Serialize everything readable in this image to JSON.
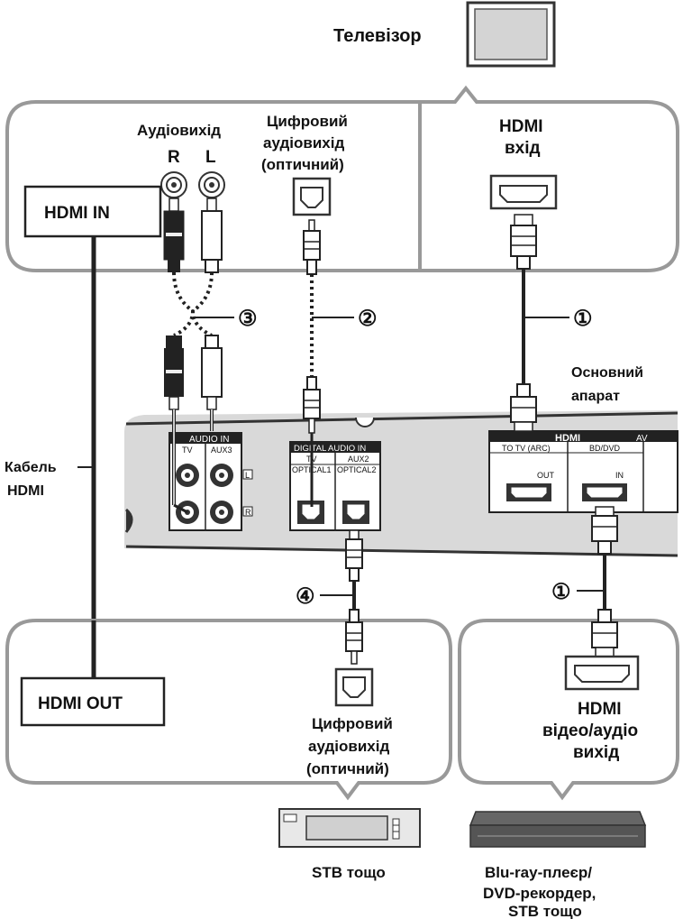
{
  "tv": {
    "title": "Телевізор",
    "audio_out_label": "Аудіовихід",
    "audio_r": "R",
    "audio_l": "L",
    "digital_out_label": [
      "Цифровий",
      "аудіовихід",
      "(оптичний)"
    ],
    "hdmi_in_label": [
      "HDMI",
      "вхід"
    ]
  },
  "left_top_box": {
    "label": "HDMI IN"
  },
  "left_bottom_box": {
    "label": "HDMI OUT"
  },
  "cable_label": [
    "Кабель",
    "HDMI"
  ],
  "main_unit": {
    "label": [
      "Основний",
      "апарат"
    ],
    "audio_in_header": "AUDIO IN",
    "audio_in_tv": "TV",
    "audio_in_aux3": "AUX3",
    "digital_audio_in_header": "DIGITAL AUDIO IN",
    "digital_tv": "TV",
    "digital_aux2": "AUX2",
    "optical1": "OPTICAL1",
    "optical2": "OPTICAL2",
    "hdmi_logo": "HDMI",
    "hdmi_av": "AV",
    "to_tv_arc": "TO TV (ARC)",
    "out": "OUT",
    "bd_dvd": "BD/DVD",
    "in": "IN",
    "l_mark": "L",
    "r_mark": "R"
  },
  "callouts": [
    "①",
    "②",
    "③",
    "④",
    "①"
  ],
  "stb_box": {
    "digital_out_label": [
      "Цифровий",
      "аудіовихід",
      "(оптичний)"
    ],
    "device_caption": "STB тощо"
  },
  "player_box": {
    "hdmi_out_label": [
      "HDMI",
      "відео/аудіо",
      "вихід"
    ],
    "device_caption": [
      "Blu-ray-плеєр/",
      "DVD-рекордер,",
      "STB тощо"
    ]
  }
}
